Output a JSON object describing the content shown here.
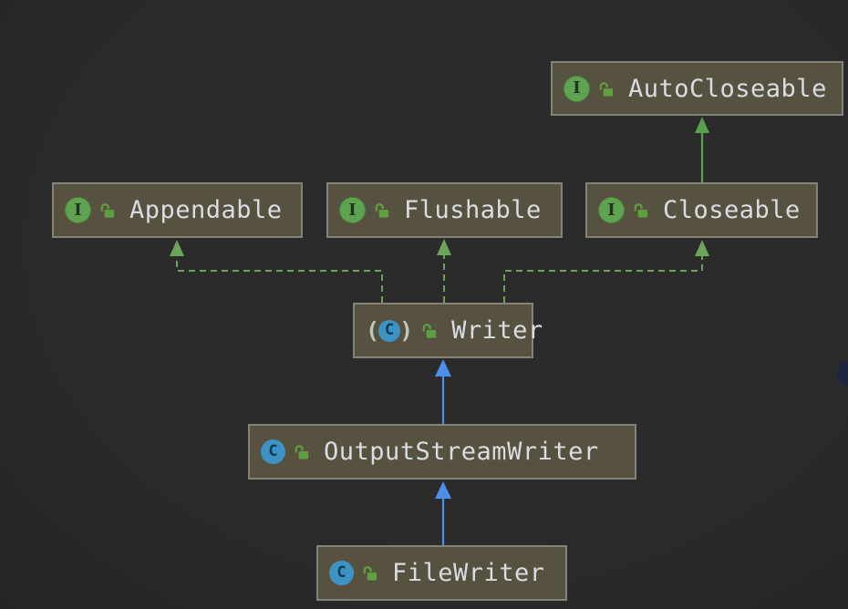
{
  "diagram": {
    "title": "Java Writer class hierarchy UML diagram"
  },
  "colors": {
    "background": "#2b2b2b",
    "node_fill": "#57523f",
    "node_border": "#83837a",
    "label_text": "#d9dde3",
    "interface_green": "#5fa350",
    "class_blue": "#3d93c4",
    "extends_class_arrow": "#4a90e8",
    "extends_interface_arrow": "#58a04d",
    "implements_arrow": "#6aa55b",
    "lock_green": "#5f9f41"
  },
  "nodes": [
    {
      "label": "AutoCloseable",
      "kind": "interface",
      "icon": "interface-icon",
      "icon_letter": "I",
      "visibility_icon": "open-lock-icon"
    },
    {
      "label": "Appendable",
      "kind": "interface",
      "icon": "interface-icon",
      "icon_letter": "I",
      "visibility_icon": "open-lock-icon"
    },
    {
      "label": "Flushable",
      "kind": "interface",
      "icon": "interface-icon",
      "icon_letter": "I",
      "visibility_icon": "open-lock-icon"
    },
    {
      "label": "Closeable",
      "kind": "interface",
      "icon": "interface-icon",
      "icon_letter": "I",
      "visibility_icon": "open-lock-icon"
    },
    {
      "label": "Writer",
      "kind": "abstract-class",
      "icon": "abstract-class-icon",
      "icon_letter": "C",
      "visibility_icon": "open-lock-icon"
    },
    {
      "label": "OutputStreamWriter",
      "kind": "class",
      "icon": "class-icon",
      "icon_letter": "C",
      "visibility_icon": "open-lock-icon"
    },
    {
      "label": "FileWriter",
      "kind": "class",
      "icon": "class-icon",
      "icon_letter": "C",
      "visibility_icon": "open-lock-icon"
    }
  ],
  "edges": [
    {
      "from": "Closeable",
      "to": "AutoCloseable",
      "relation": "extends",
      "style": "solid",
      "color": "#58a04d"
    },
    {
      "from": "Writer",
      "to": "Appendable",
      "relation": "implements",
      "style": "dashed",
      "color": "#6aa55b"
    },
    {
      "from": "Writer",
      "to": "Flushable",
      "relation": "implements",
      "style": "dashed",
      "color": "#6aa55b"
    },
    {
      "from": "Writer",
      "to": "Closeable",
      "relation": "implements",
      "style": "dashed",
      "color": "#6aa55b"
    },
    {
      "from": "OutputStreamWriter",
      "to": "Writer",
      "relation": "extends",
      "style": "solid",
      "color": "#4a90e8"
    },
    {
      "from": "FileWriter",
      "to": "OutputStreamWriter",
      "relation": "extends",
      "style": "solid",
      "color": "#4a90e8"
    }
  ]
}
